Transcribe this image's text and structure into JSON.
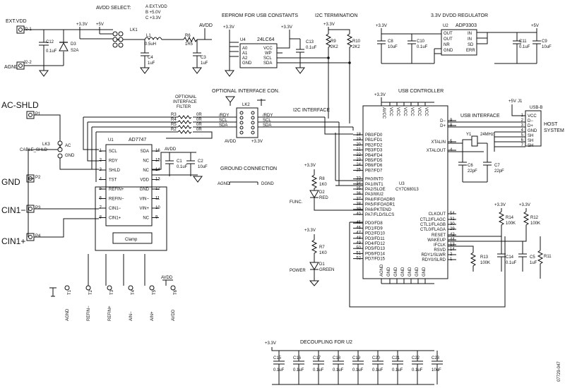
{
  "header_labels": {
    "avdd_select": "AVDD SELECT:",
    "avdd_opts": [
      "A  EXT.VDD",
      "B  +5.0V",
      "C  +3.3V"
    ],
    "eeprom": "EEPROM FOR USB CONSTANTS",
    "i2c_term": "I2C TERMINATION",
    "regulator": "3.3V DVDD REGULATOR",
    "opt_filter": [
      "OPTIONAL",
      "INTERFACE",
      "FILTER"
    ],
    "opt_conn": "OPTIONAL INTERFACE CON.",
    "i2c_iface": "I2C INTERFACE",
    "usb_ctrl": "USB CONTROLLER",
    "usb_iface": "USB INTERFACE",
    "host": [
      "HOST",
      "SYSTEM"
    ],
    "ground_conn": "GROUND CONNECTION",
    "decoupling": "DECOUPLING FOR U2",
    "side_id": "07729-047"
  },
  "connectors": {
    "ext_vdd": "EXT.VDD",
    "agnd": "AGND",
    "j2_1": "J2-1",
    "j2_2": "J2-2",
    "ac_shld": "AC-SHLD",
    "gnd": "GND",
    "cin1m": "CIN1−",
    "cin1p": "CIN1+",
    "p1": "P1",
    "p2": "P2",
    "p3": "P3",
    "p4": "P4",
    "lk3": "LK3",
    "cable_shld": "CABLE_SHLD",
    "ac": "AC",
    "lk3_gnd": "GND",
    "j1": "J1",
    "usb_b": "USB-B",
    "j1_pins": [
      "VCC",
      "D−",
      "D+",
      "GND",
      "SH",
      "SH",
      "SH"
    ],
    "j1_nums": [
      "1",
      "2",
      "3",
      "4",
      "5",
      "6",
      "7"
    ]
  },
  "rails": {
    "p33": "+3.3V",
    "p5": "+5V",
    "avdd": "AVDD",
    "agnd": "AGND",
    "dgnd": "DGND"
  },
  "components": {
    "c12": [
      "C12",
      "0.1uF"
    ],
    "d3": [
      "D3",
      "S2A"
    ],
    "lk1": "LK1",
    "l1": [
      "L1",
      "0.5uH"
    ],
    "r6": [
      "R6",
      "1R5"
    ],
    "c4": [
      "C4",
      "1uF"
    ],
    "c3": [
      "C3",
      "1uF"
    ],
    "c13": [
      "C13",
      "0.1uF"
    ],
    "r9": [
      "R9",
      "2K2"
    ],
    "r10": [
      "R10",
      "2K2"
    ],
    "c8": [
      "C8",
      "10uF"
    ],
    "c10": [
      "C10",
      "0.1uF"
    ],
    "c11": [
      "C11",
      "0.1uF"
    ],
    "c9": [
      "C9",
      "10uF"
    ],
    "r3": "R3",
    "r4": "R4",
    "r5": "R5",
    "r2": "R2",
    "r_vals": [
      "0R",
      "0R",
      "0R",
      "0R"
    ],
    "c1": [
      "C1",
      "0.1uF"
    ],
    "c2": [
      "C2",
      "10uF"
    ],
    "lk2": "LK2",
    "y1": [
      "Y1",
      "24MHz"
    ],
    "c6": [
      "C6",
      "22pF"
    ],
    "c7": [
      "C7",
      "22pF"
    ],
    "r8": [
      "R8",
      "1K0"
    ],
    "d2": [
      "D2",
      "RED"
    ],
    "r7": [
      "R7",
      "1K0"
    ],
    "d1": [
      "D1",
      "GREEN"
    ],
    "func": "FUNC.",
    "power": "POWER",
    "r14": [
      "R14",
      "100K"
    ],
    "r12": [
      "R12",
      "100K"
    ],
    "r13": [
      "R13",
      "100K"
    ],
    "c14": [
      "C14",
      "0.1uF"
    ],
    "c5": [
      "C5",
      "1uF"
    ],
    "r11": "R11"
  },
  "u4": {
    "ref": "U4",
    "part": "24LC64",
    "left": [
      "A0",
      "A1",
      "A2",
      "GND"
    ],
    "lnum": [
      "1",
      "2",
      "3",
      "4"
    ],
    "right": [
      "VCC",
      "WP",
      "SCL",
      "SDA"
    ],
    "rnum": [
      "8",
      "7",
      "6",
      "5"
    ]
  },
  "u2": {
    "ref": "U2",
    "part": "ADP3303",
    "left": [
      "OUT",
      "OUT",
      "NR",
      "GND"
    ],
    "lnum": [
      "1",
      "2",
      "3",
      "4"
    ],
    "right": [
      "IN",
      "IN",
      "SD",
      "ERR"
    ],
    "rnum": [
      "8",
      "7",
      "6",
      "5"
    ]
  },
  "lk2_pins": {
    "left": [
      "/RDY",
      "SCL",
      "SDA"
    ],
    "right": [
      "/RDY",
      "SCL",
      "SDA"
    ],
    "avdd": "AVDD",
    "p33": "+3.3V"
  },
  "u1": {
    "ref": "U1",
    "part": "AD7747",
    "left": [
      "SCL",
      "RDY",
      "SHLD",
      "TST",
      "REFIN+",
      "REFIN−",
      "CIN1−",
      "CIN1+"
    ],
    "lnum": [
      "1",
      "2",
      "3",
      "4",
      "5",
      "6",
      "7",
      "8"
    ],
    "right": [
      "SDA",
      "NC",
      "NC",
      "VDD",
      "GND",
      "VIN−",
      "VIN+",
      "NC"
    ],
    "rnum": [
      "16",
      "15",
      "14",
      "13",
      "12",
      "11",
      "10",
      "9"
    ],
    "clamp": "Clamp"
  },
  "test_points": {
    "labels": [
      "AGND",
      "REFIN−",
      "REFIN+",
      "AIN−",
      "AIN+",
      "AVDD"
    ],
    "ids": [
      "T1",
      "T2",
      "T3",
      "T4",
      "T5",
      "T6"
    ]
  },
  "u3": {
    "ref": "U3",
    "part": "CY7C68013",
    "top_pins": [
      "AVCC",
      "VCC",
      "VCC",
      "VCC",
      "VCC",
      "VCC",
      "VCC"
    ],
    "bottom_pins": [
      "AGND",
      "GND",
      "GND",
      "GND",
      "GND",
      "GND",
      "GND"
    ],
    "left": [
      "PB0/FD0",
      "PB1/FD1",
      "PB2/FD2",
      "PB3/FD3",
      "PB4/FD4",
      "PB5/FD5",
      "PB6/FD6",
      "PB7/FD7",
      "PA0/INT0",
      "PA1/INT1",
      "PA2/SLOE",
      "PA3/WU2",
      "PA4/FIFOADR0",
      "PA5/FIFOADR1",
      "PA6/PKTEND",
      "PA7/FLD/SLCS",
      "PD0/FD8",
      "PD1/FD9",
      "PD2/FD10",
      "PD3/FD11",
      "PD4/FD12",
      "PD5/FD13",
      "PD6/FD14",
      "PD7/FD15"
    ],
    "lnum": [
      "18",
      "19",
      "20",
      "21",
      "22",
      "23",
      "24",
      "25",
      "33",
      "34",
      "35",
      "36",
      "37",
      "38",
      "39",
      "40",
      "45",
      "46",
      "47",
      "48",
      "49",
      "50",
      "51",
      "52"
    ],
    "right": [
      "D−",
      "D+",
      "XTALIN",
      "XTALOUT",
      "CLKOUT",
      "CTL2/FLAGC",
      "CTL1/FLAGB",
      "CTL0/FLAGA",
      "RESET",
      "WAKEUP",
      "IFCLK",
      "RSVD",
      "RDY1/SLWR",
      "RDY0/SLRD"
    ],
    "rnum": [
      "9",
      "8",
      "5",
      "4",
      "54",
      "31",
      "30",
      "29",
      "42",
      "44",
      "13",
      "14",
      "2",
      "1"
    ]
  },
  "decoupling": {
    "caps": [
      "C15",
      "C16",
      "C17",
      "C18",
      "C19",
      "C20",
      "C21",
      "C22",
      "C23"
    ],
    "vals": [
      "0.1uF",
      "0.1uF",
      "0.1uF",
      "0.1uF",
      "0.1uF",
      "0.1uF",
      "0.1uF",
      "0.1uF",
      "10uF"
    ],
    "rail": "+3.3V"
  }
}
